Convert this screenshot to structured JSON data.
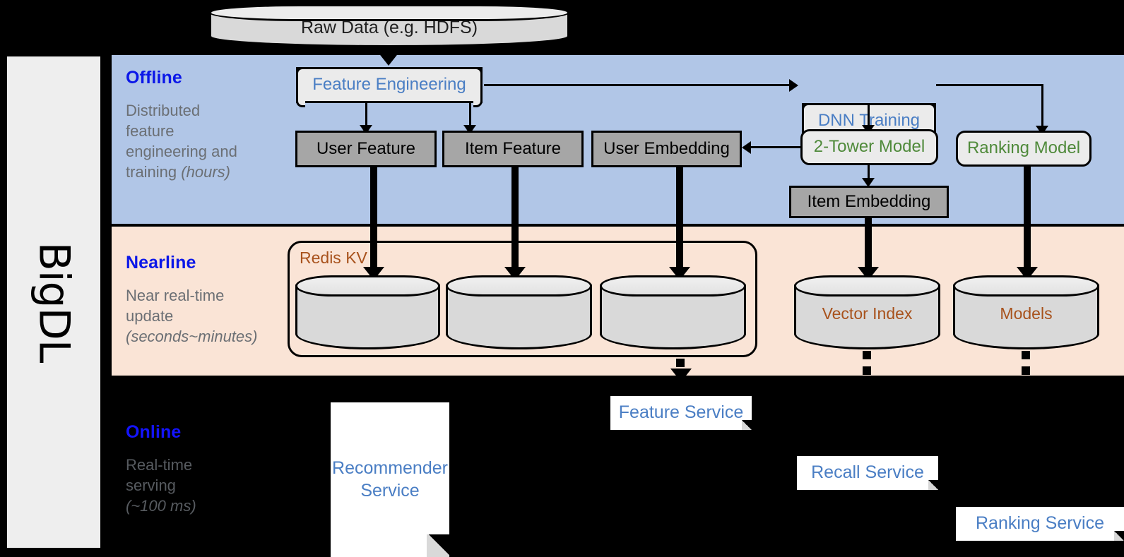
{
  "platform": {
    "name": "BigDL"
  },
  "top": {
    "raw_data_label": "Raw Data (e.g. HDFS)"
  },
  "bands": [
    {
      "id": "offline",
      "title": "Offline",
      "description_line1": "Distributed",
      "description_line2": "feature",
      "description_line3": "engineering and",
      "description_line4": "training ",
      "description_emphasis": "(hours)",
      "background_color": "#b1c6e7"
    },
    {
      "id": "nearline",
      "title": "Nearline",
      "description_line1": "Near real-time",
      "description_line2": "update",
      "description_emphasis": "(seconds~minutes)",
      "background_color": "#fae4d6"
    },
    {
      "id": "online",
      "title": "Online",
      "description_line1": "Real-time",
      "description_line2": "serving",
      "description_emphasis": "(~100 ms)",
      "background_color": "#000000"
    }
  ],
  "offline": {
    "feature_engineering": "Feature Engineering",
    "dnn_training": "DNN Training",
    "user_feature": "User Feature",
    "item_feature": "Item Feature",
    "user_embedding": "User Embedding",
    "two_tower_model": "2-Tower Model",
    "ranking_model": "Ranking Model",
    "item_embedding": "Item Embedding"
  },
  "nearline": {
    "redis_kv_label": "Redis KV",
    "store_1_label": "",
    "store_2_label": "",
    "store_3_label": "",
    "vector_index": "Vector Index",
    "models": "Models"
  },
  "online": {
    "recommender_service": "Recommender Service",
    "feature_service": "Feature Service",
    "recall_service": "Recall Service",
    "ranking_service": "Ranking Service"
  },
  "colors": {
    "offline_band": "#b1c6e7",
    "nearline_band": "#fae4d6",
    "online_band": "#000000",
    "band_title": "#0b17e8",
    "band_desc": "#6b6f74",
    "process_text_blue": "#4a7ec4",
    "model_text_green": "#4f8a3a",
    "store_text_orange": "#a8521c",
    "grey_box_fill": "#a6a6a6",
    "cylinder_fill": "#d9d9d9",
    "rail_fill": "#eeeeee"
  }
}
